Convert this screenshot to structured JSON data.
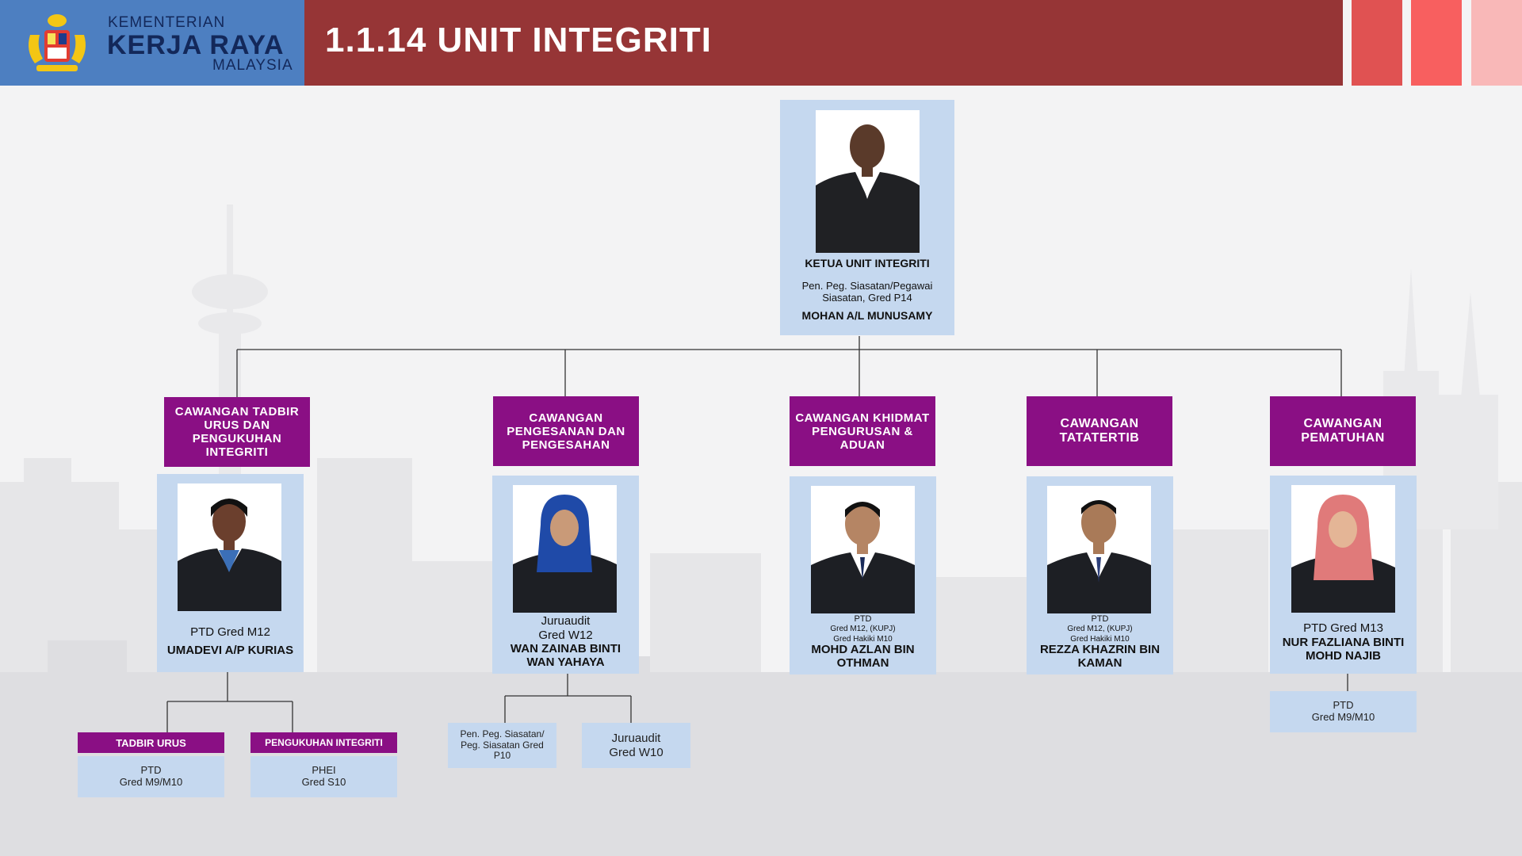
{
  "header": {
    "ministry_top": "KEMENTERIAN",
    "ministry_main": "KERJA RAYA",
    "ministry_bottom": "MALAYSIA",
    "title": "1.1.14 UNIT INTEGRITI"
  },
  "colors": {
    "logo_bg": "#4d7fc1",
    "title_bar": "#963536",
    "branch_header": "#8a0f84",
    "card_bg": "#c5d8ef",
    "deco": [
      "#e05252",
      "#f85f5f",
      "#f9b8b8"
    ]
  },
  "head": {
    "title": "KETUA UNIT INTEGRITI",
    "position": "Pen. Peg. Siasatan/Pegawai Siasatan, Gred P14",
    "name": "MOHAN A/L MUNUSAMY"
  },
  "branches": [
    {
      "header": "CAWANGAN TADBIR URUS DAN PENGUKUHAN INTEGRITI",
      "grade": "PTD Gred M12",
      "name": "UMADEVI A/P KURIAS"
    },
    {
      "header": "CAWANGAN PENGESANAN DAN PENGESAHAN",
      "grade_line1": "Juruaudit",
      "grade_line2": "Gred W12",
      "name": "WAN ZAINAB BINTI WAN YAHAYA"
    },
    {
      "header": "CAWANGAN KHIDMAT PENGURUSAN & ADUAN",
      "grade_line1": "PTD",
      "grade_line2": "Gred M12, (KUPJ)",
      "grade_line3": "Gred Hakiki M10",
      "name": "MOHD AZLAN BIN OTHMAN"
    },
    {
      "header": "CAWANGAN TATATERTIB",
      "grade_line1": "PTD",
      "grade_line2": "Gred M12, (KUPJ)",
      "grade_line3": "Gred Hakiki M10",
      "name": "REZZA KHAZRIN BIN KAMAN"
    },
    {
      "header": "CAWANGAN PEMATUHAN",
      "grade": "PTD Gred M13",
      "name": "NUR FAZLIANA BINTI MOHD NAJIB"
    }
  ],
  "subunits": {
    "tadbir_urus": {
      "header": "TADBIR URUS",
      "line1": "PTD",
      "line2": "Gred M9/M10"
    },
    "pengukuhan": {
      "header": "PENGUKUHAN INTEGRITI",
      "line1": "PHEI",
      "line2": "Gred S10"
    },
    "siasatan": {
      "line1": "Pen. Peg. Siasatan/",
      "line2": "Peg. Siasatan Gred",
      "line3": "P10"
    },
    "juruaudit": {
      "line1": "Juruaudit",
      "line2": "Gred W10"
    },
    "pematuhan_ptd": {
      "line1": "PTD",
      "line2": "Gred M9/M10"
    }
  }
}
